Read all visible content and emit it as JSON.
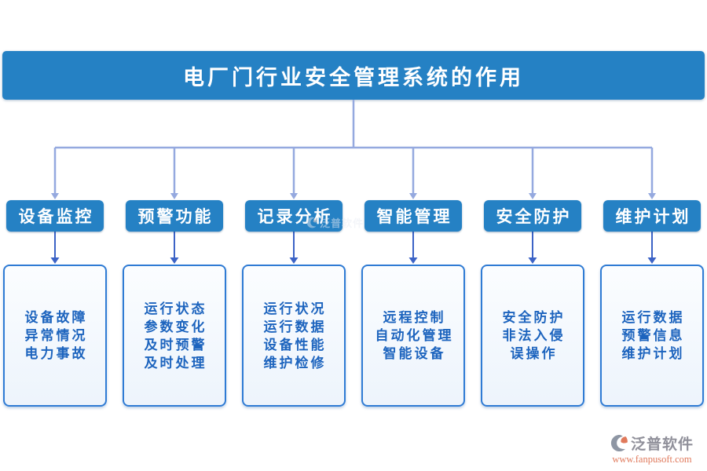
{
  "title": "电厂门行业安全管理系统的作用",
  "branches": [
    {
      "label": "设备监控",
      "items": [
        "设备故障",
        "异常情况",
        "电力事故"
      ]
    },
    {
      "label": "预警功能",
      "items": [
        "运行状态",
        "参数变化",
        "及时预警",
        "及时处理"
      ]
    },
    {
      "label": "记录分析",
      "items": [
        "运行状况",
        "运行数据",
        "设备性能",
        "维护检修"
      ]
    },
    {
      "label": "智能管理",
      "items": [
        "远程控制",
        "自动化管理",
        "智能设备"
      ]
    },
    {
      "label": "安全防护",
      "items": [
        "安全防护",
        "非法入侵",
        "误操作"
      ]
    },
    {
      "label": "维护计划",
      "items": [
        "运行数据",
        "预警信息",
        "维护计划"
      ]
    }
  ],
  "watermark": {
    "text": "泛普软件"
  },
  "logo": {
    "name": "泛普软件",
    "url": "www.fanpusoft.com"
  },
  "colors": {
    "banner_blue": "#2581C4",
    "connector_light": "#95A9DF",
    "connector_dark": "#3C63C6",
    "box_border": "#2F7BD4",
    "box_fill": "#EFF5FC",
    "box_text": "#1D64BE",
    "logo_gray": "#90909A",
    "logo_orange": "#E0795B"
  }
}
